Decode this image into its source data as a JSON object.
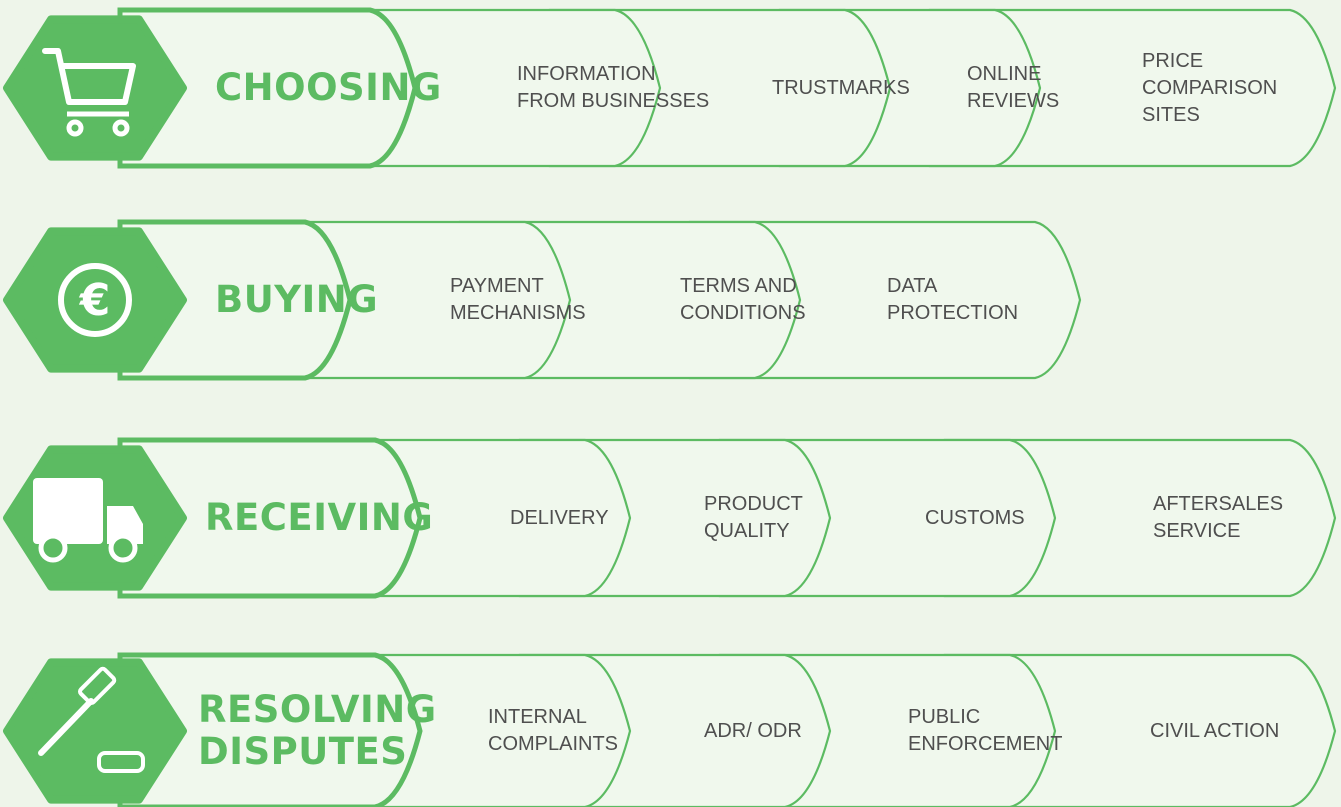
{
  "colors": {
    "accent": "#5cbb62",
    "chevron_fill": "#f0f8ed",
    "background": "#eef5ea",
    "text": "#4f4f4f"
  },
  "rows": [
    {
      "title": "CHOOSING",
      "icon": "shopping-cart-icon",
      "steps": [
        "INFORMATION\nFROM BUSINESSES",
        "TRUSTMARKS",
        "ONLINE\nREVIEWS",
        "PRICE\nCOMPARISON\nSITES"
      ]
    },
    {
      "title": "BUYING",
      "icon": "euro-icon",
      "steps": [
        "PAYMENT\nMECHANISMS",
        "TERMS AND\nCONDITIONS",
        "DATA\nPROTECTION"
      ]
    },
    {
      "title": "RECEIVING",
      "icon": "delivery-truck-icon",
      "steps": [
        "DELIVERY",
        "PRODUCT\nQUALITY",
        "CUSTOMS",
        "AFTERSALES\nSERVICE"
      ]
    },
    {
      "title": "RESOLVING\nDISPUTES",
      "icon": "gavel-icon",
      "steps": [
        "INTERNAL\nCOMPLAINTS",
        "ADR/ ODR",
        "PUBLIC\nENFORCEMENT",
        "CIVIL ACTION"
      ]
    }
  ]
}
